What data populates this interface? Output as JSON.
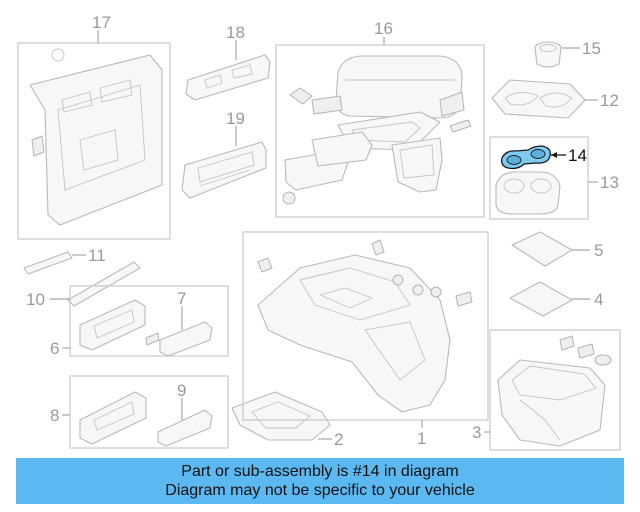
{
  "callouts": {
    "c1": "1",
    "c2": "2",
    "c3": "3",
    "c4": "4",
    "c5": "5",
    "c6": "6",
    "c7": "7",
    "c8": "8",
    "c9": "9",
    "c10": "10",
    "c11": "11",
    "c12": "12",
    "c13": "13",
    "c14": "14",
    "c15": "15",
    "c16": "16",
    "c17": "17",
    "c18": "18",
    "c19": "19"
  },
  "highlighted_part": "14",
  "highlight_color": "#2a8fcf",
  "banner": {
    "line1": "Part or sub-assembly is #14 in diagram",
    "line2": "Diagram may not be specific to your vehicle",
    "color": "#5bb8f0"
  }
}
